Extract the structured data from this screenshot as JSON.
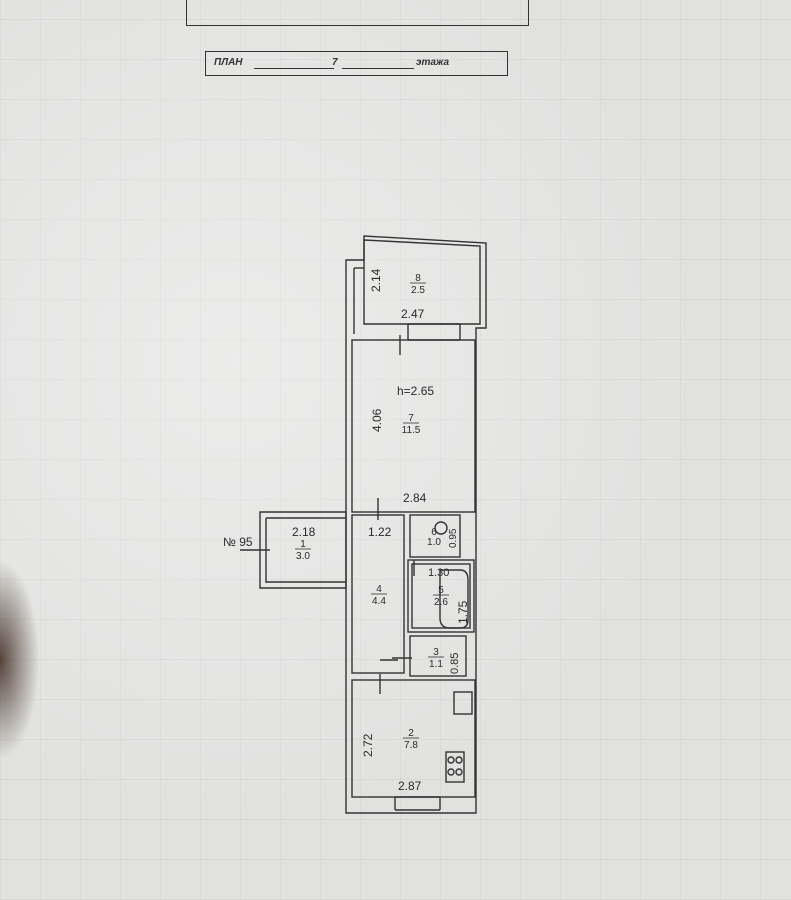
{
  "header": {
    "prefix": "ПЛАН",
    "floor": "7",
    "suffix": "этажа"
  },
  "plan": {
    "apartment_number": "№ 95",
    "ceiling_height": "h=2.65",
    "rooms": [
      {
        "no": "8",
        "area": "2.5"
      },
      {
        "no": "7",
        "area": "11.5"
      },
      {
        "no": "1",
        "area": "3.0"
      },
      {
        "no": "6",
        "area": "1.0"
      },
      {
        "no": "5",
        "area": "2.6"
      },
      {
        "no": "4",
        "area": "4.4"
      },
      {
        "no": "3",
        "area": "1.1"
      },
      {
        "no": "2",
        "area": "7.8"
      }
    ],
    "dimensions": [
      "2.14",
      "2.47",
      "4.06",
      "2.84",
      "2.18",
      "1.22",
      "0.95",
      "1.30",
      "1.75",
      "0.85",
      "2.72",
      "2.87"
    ]
  }
}
